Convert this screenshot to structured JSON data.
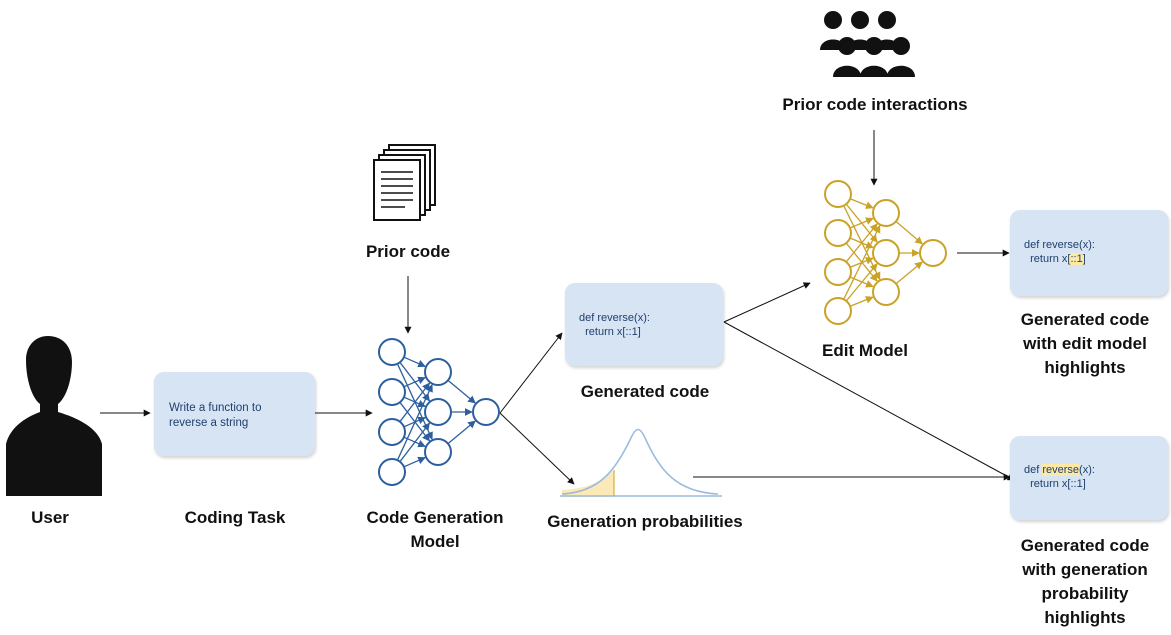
{
  "labels": {
    "user": "User",
    "coding_task": "Coding Task",
    "code_generation_model": [
      "Code Generation",
      "Model"
    ],
    "prior_code": "Prior code",
    "generated_code": "Generated code",
    "generation_probabilities": "Generation probabilities",
    "prior_code_interactions": "Prior code interactions",
    "edit_model": "Edit Model",
    "edit_highlights_output": [
      "Generated code",
      "with edit model",
      "highlights"
    ],
    "prob_highlights_output": [
      "Generated code",
      "with generation",
      "probability",
      "highlights"
    ]
  },
  "coding_task_text": [
    "Write a function to",
    "reverse a string"
  ],
  "generated_code": {
    "line1": "def reverse(x):",
    "line2": "  return x[::1]"
  },
  "edit_model_code": {
    "line1": "def reverse(x):",
    "line2_pre": "  return x",
    "line2_hl": "[::1]"
  },
  "prob_code": {
    "line1_pre": "def ",
    "line1_hl": "reverse",
    "line1_post": "(x):",
    "line2": "  return x[::1]"
  },
  "colors": {
    "code_model": "#2d5f9e",
    "edit_model": "#c9a227",
    "box_fill": "#d6e4f3",
    "highlight": "#fde9a6",
    "icon": "#111111"
  }
}
